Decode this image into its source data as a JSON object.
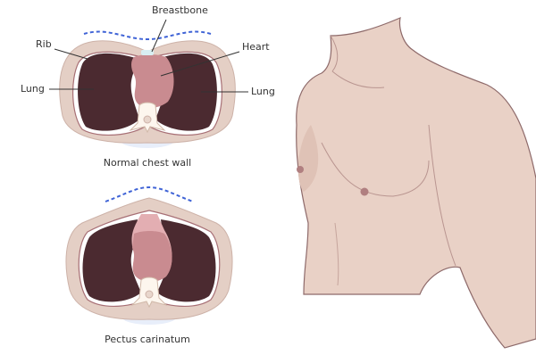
{
  "labels": {
    "breastbone": "Breastbone",
    "rib": "Rib",
    "heart": "Heart",
    "lung_left": "Lung",
    "lung_right": "Lung"
  },
  "captions": {
    "normal": "Normal chest wall",
    "carinatum": "Pectus carinatum"
  },
  "colors": {
    "body": "#e4cfc5",
    "lung": "#4b2a30",
    "heart": "#c98b90",
    "outline": "#8e5b60",
    "dashed_line": "#3f63d6",
    "torso": "#e9d1c6"
  }
}
